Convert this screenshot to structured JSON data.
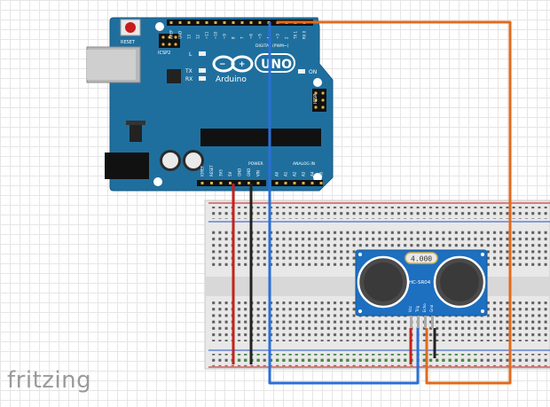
{
  "arduino": {
    "reset_label": "RESET",
    "icsp2_label": "ICSP2",
    "led_l": "L",
    "led_tx": "TX",
    "led_rx": "RX",
    "on_label": "ON",
    "brand": "Arduino",
    "model": "UNO",
    "icsp_label": "ICSP",
    "digital_label": "DIGITAL (PWM~)",
    "power_label": "POWER",
    "analog_label": "ANALOG IN",
    "power_pins": [
      "IOREF",
      "RESET",
      "3V3",
      "5V",
      "GND",
      "GND",
      "VIN"
    ],
    "analog_pins": [
      "A0",
      "A1",
      "A2",
      "A3",
      "A4",
      "A5"
    ],
    "digital_pins": [
      "AREF",
      "GND",
      "13",
      "12",
      "~11",
      "~10",
      "~9",
      "8",
      "7",
      "~6",
      "~5",
      "4",
      "~3",
      "2",
      "TX 1",
      "RX 0"
    ]
  },
  "sensor": {
    "crystal": "4.000",
    "model": "HC-SR04",
    "pins": [
      "Vcc",
      "Trig",
      "Echo",
      "Gnd"
    ]
  },
  "branding": {
    "logo": "fritzing"
  },
  "colors": {
    "board": "#1f6f9e",
    "breadboard": "#e8e8e8",
    "rail_red": "#d33b3b",
    "rail_blue": "#4a6fd0",
    "wire_red": "#c4221b",
    "wire_black": "#222222",
    "wire_blue": "#2a6fd6",
    "wire_orange": "#e06b1e",
    "sensor_board": "#1d6fc0"
  }
}
